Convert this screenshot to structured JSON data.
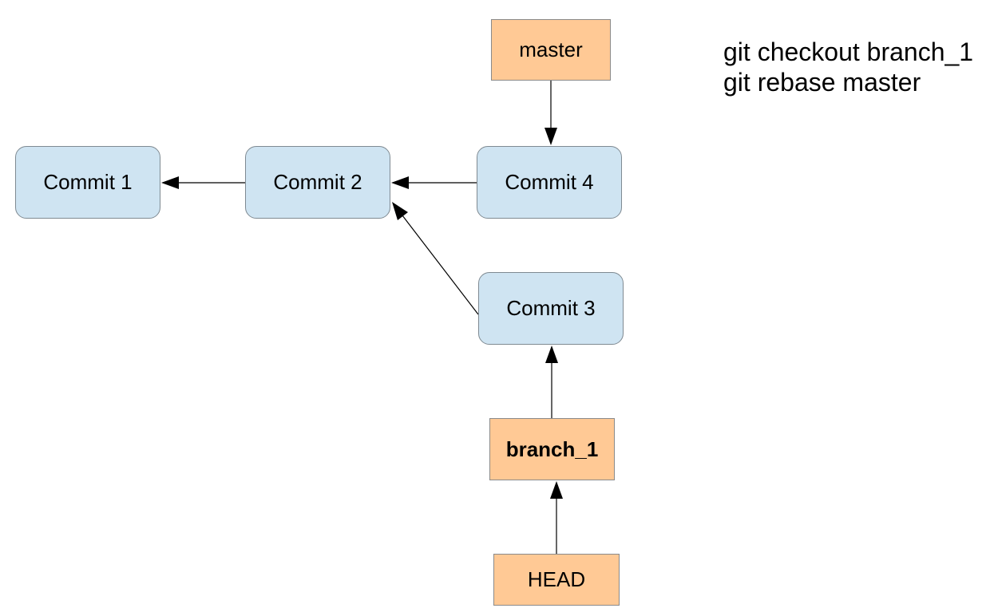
{
  "commits": {
    "c1": "Commit 1",
    "c2": "Commit 2",
    "c3": "Commit 3",
    "c4": "Commit 4"
  },
  "refs": {
    "master": "master",
    "branch": "branch_1",
    "head": "HEAD"
  },
  "commands": [
    "git checkout branch_1",
    "git rebase master"
  ],
  "colors": {
    "commit_fill": "#cfe4f2",
    "ref_fill": "#ffc995",
    "arrow": "#000000"
  },
  "edges": [
    {
      "from": "commit-2",
      "to": "commit-1"
    },
    {
      "from": "commit-4",
      "to": "commit-2"
    },
    {
      "from": "commit-3",
      "to": "commit-2"
    },
    {
      "from": "master",
      "to": "commit-4"
    },
    {
      "from": "branch_1",
      "to": "commit-3"
    },
    {
      "from": "HEAD",
      "to": "branch_1"
    }
  ]
}
